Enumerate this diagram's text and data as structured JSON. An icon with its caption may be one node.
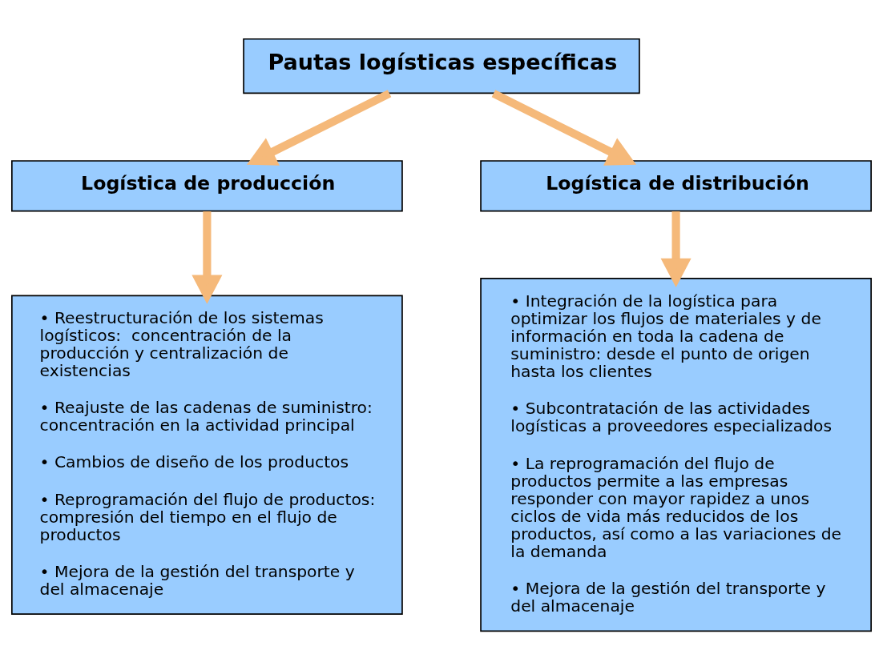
{
  "diagram": {
    "nodes": [
      {
        "text": [
          "Pautas logísticas específicas"
        ]
      },
      {
        "text": [
          "Logística de producción"
        ]
      },
      {
        "text": [
          "Logística de distribución"
        ]
      },
      {
        "text": [
          "• Reestructuración de los sistemas logísticos:  concentración de la producción y centralización de existencias",
          "• Reajuste de las cadenas de suministro: concentración en la actividad principal",
          "• Cambios de diseño de los productos",
          "• Reprogramación del flujo de productos: compresión del tiempo en el flujo de productos",
          "• Mejora de la gestión del transporte y del almacenaje"
        ]
      },
      {
        "text": [
          "• Integración de la logística para optimizar los flujos de materiales y de información en toda la cadena de suministro: desde el punto de origen hasta los clientes",
          "• Subcontratación de las actividades logísticas a proveedores especializados",
          "• La reprogramación del flujo de productos permite a las empresas responder con mayor rapidez a unos ciclos de vida más reducidos de los productos, así como a las variaciones de la demanda",
          "• Mejora de la gestión del transporte y del almacenaje"
        ]
      }
    ],
    "edges": [
      {
        "from": 0,
        "to": 1,
        "arrow": "to"
      },
      {
        "from": 0,
        "to": 2,
        "arrow": "to"
      },
      {
        "from": 1,
        "to": 3,
        "arrow": "to"
      },
      {
        "from": 2,
        "to": 4,
        "arrow": "to"
      }
    ]
  }
}
